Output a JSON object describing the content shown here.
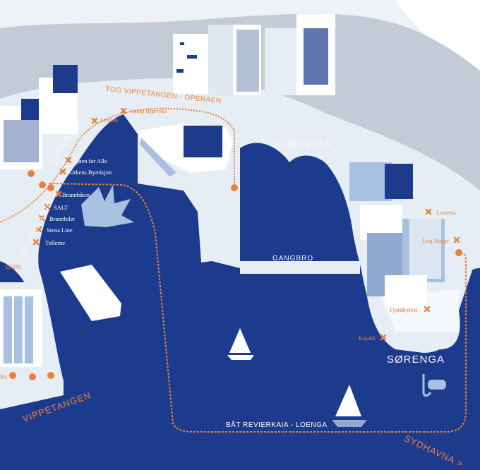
{
  "map": {
    "districts": {
      "bjorvika": "BJØRVIKA",
      "langkaia": "LANGKAIA",
      "revierkaia": "REVIERKAIA",
      "vippetangen": "VIPPETANGEN",
      "sorenga": "SØRENGA",
      "sydhavna": "SYDHAVNA >",
      "gangbro": "GANGBRO"
    },
    "routes": {
      "tog": "TOG VIPPETANGEN - OPERAEN",
      "bat": "BÅT REVIERKAIA - LOENGA"
    },
    "places": {
      "svanen": "Svanen",
      "camp_bjorvika": "Camp Bjørvika",
      "sjoen_for_alle": "Sjøen for Alle",
      "kirkens_bymisjon": "Kirkens Bymisjon",
      "brannbaten": "Brannbåten",
      "salt": "SALT",
      "brannbiler": "Brannbiler",
      "stena_line": "Stena Line",
      "tollerne": "Tollerne",
      "dfds": "DFDS",
      "losaetra": "Losætra",
      "ung_norge": "Ung Norge",
      "fjordbyfest": "Fjordbyfest",
      "kajakk": "Kajakk",
      "pa": "PA"
    },
    "colors": {
      "water": "#1d3b8c",
      "land": "#e6edf5",
      "sky": "#eef2f6",
      "hill": "#c3ccd6",
      "accent": "#e8823a",
      "light_blue": "#a8c1e0"
    }
  }
}
